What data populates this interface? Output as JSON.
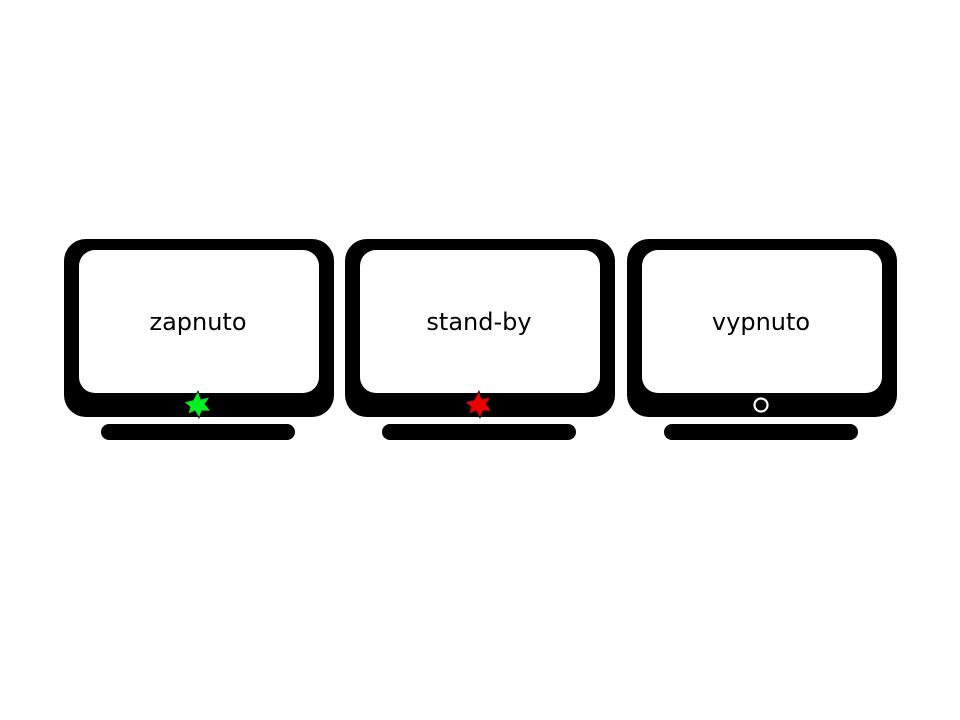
{
  "monitors": [
    {
      "label": "zapnuto",
      "indicator": "burst-icon",
      "indicator_color": "#00ee22"
    },
    {
      "label": "stand-by",
      "indicator": "burst-icon",
      "indicator_color": "#ee0000"
    },
    {
      "label": "vypnuto",
      "indicator": "ring-icon",
      "indicator_color": "#ffffff"
    }
  ],
  "colors": {
    "frame": "#000000",
    "screen": "#ffffff",
    "background": "#ffffff"
  }
}
